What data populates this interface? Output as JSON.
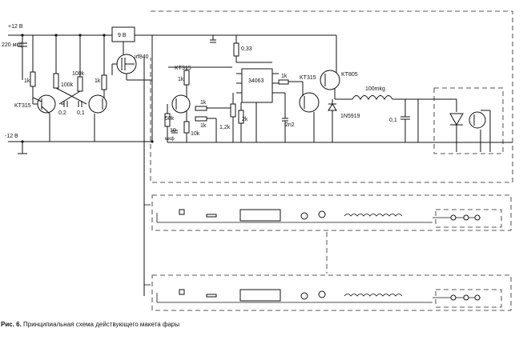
{
  "labels": {
    "supply_pos": "+12 В",
    "supply_neg": "-12 В",
    "cap_220": "220 мкф",
    "reg_9v": "9 В",
    "mosfet": "irf840",
    "r_1k_a": "1k",
    "r_100k_a": "100k",
    "r_100k_b": "100k",
    "r_1k_b": "1k",
    "t_kt315_a": "KT315",
    "c_02": "0,2",
    "c_01_a": "0,1",
    "t_kt315_b": "KT315",
    "r_1k_c": "1k",
    "r_1k_d": "1k",
    "r_50k": "50k",
    "r_1k_e": "1k",
    "c_10": "10",
    "c_10_unit": "мкф",
    "r_10k": "10k",
    "r_033": "0,33",
    "ic_34063": "34063",
    "r_1k_f": "1k",
    "r_2k": "2k",
    "r_12k": "1,2k",
    "c_2n2": "2n2",
    "t_kt315_c": "KT315",
    "t_kt805": "KT805",
    "l_100mkg": "100mkg",
    "d_1n5919": "1N5919",
    "c_01_b": "0,1"
  },
  "caption": {
    "prefix": "Рис. 6.",
    "text": " Принципиальная схема действующего макета фары"
  }
}
